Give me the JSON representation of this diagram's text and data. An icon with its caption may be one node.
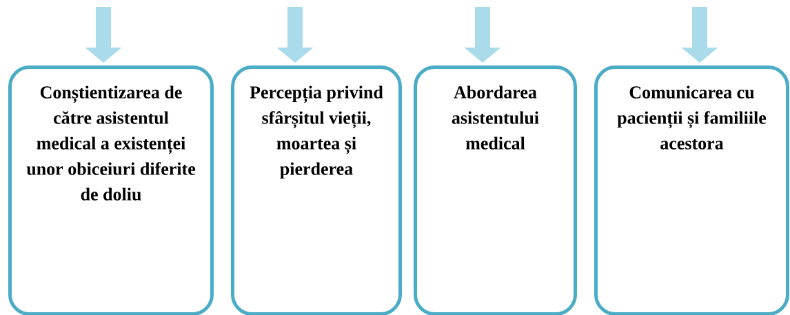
{
  "diagram": {
    "nodes": [
      {
        "text": [
          "Conștientizarea de către asistentul medical a existenței unor obiceiuri diferite de doliu"
        ]
      },
      {
        "text": [
          "Percepția privind sfârșitul vieții, moartea și pierderea"
        ]
      },
      {
        "text": [
          "Abordarea asistentului medical"
        ]
      },
      {
        "text": [
          "Comunicarea cu pacienții și familiile acestora"
        ]
      }
    ],
    "edges": [
      {
        "from": null,
        "to": 0,
        "arrow": "to"
      },
      {
        "from": null,
        "to": 1,
        "arrow": "to"
      },
      {
        "from": null,
        "to": 2,
        "arrow": "to"
      },
      {
        "from": null,
        "to": 3,
        "arrow": "to"
      }
    ]
  }
}
